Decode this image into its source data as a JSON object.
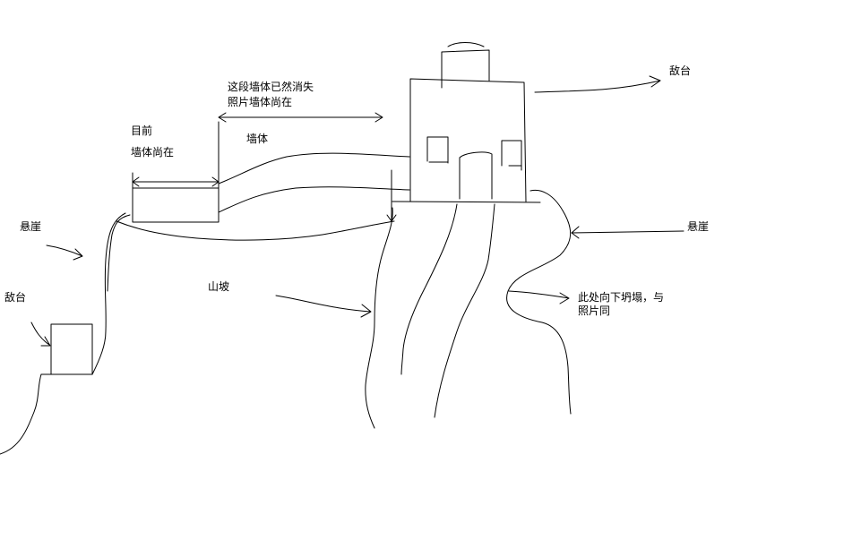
{
  "labels": {
    "enemy_tower_right": "敌台",
    "wall_gone_line1": "这段墙体已然消失",
    "wall_gone_line2": "照片墙体尚在",
    "current_line1": "目前",
    "current_line2": "墙体尚在",
    "wall": "墙体",
    "cliff_left": "悬崖",
    "enemy_tower_left": "敌台",
    "slope": "山坡",
    "cliff_right": "悬崖",
    "collapse_line1": "此处向下坍塌，与",
    "collapse_line2": "照片同"
  },
  "colors": {
    "background": "#ffffff",
    "ink": "#000000"
  }
}
